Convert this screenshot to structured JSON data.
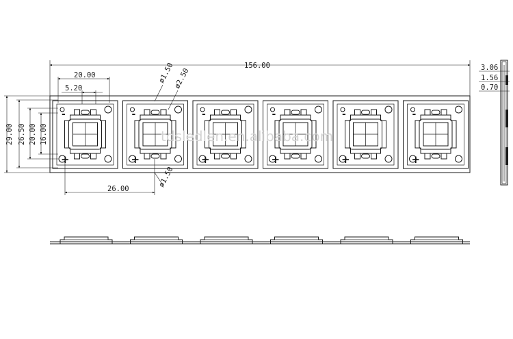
{
  "dimensions": {
    "overall_length": "156.00",
    "pitch_width": "20.00",
    "hole_spacing": "5.20",
    "hole_dia_a": "ø1.50",
    "hole_dia_b": "ø2.50",
    "hole_dia_c": "ø1.50",
    "board_pitch": "26.00",
    "height_total": "29.00",
    "height_b": "26.50",
    "height_c": "20.00",
    "height_d": "16.00",
    "thick_a": "3.06",
    "thick_b": "1.56",
    "thick_c": "0.70"
  },
  "polarity": {
    "minus": "-",
    "plus": "+"
  },
  "watermark": "tdsledlen.en.alibaba.com",
  "board_count": 6
}
